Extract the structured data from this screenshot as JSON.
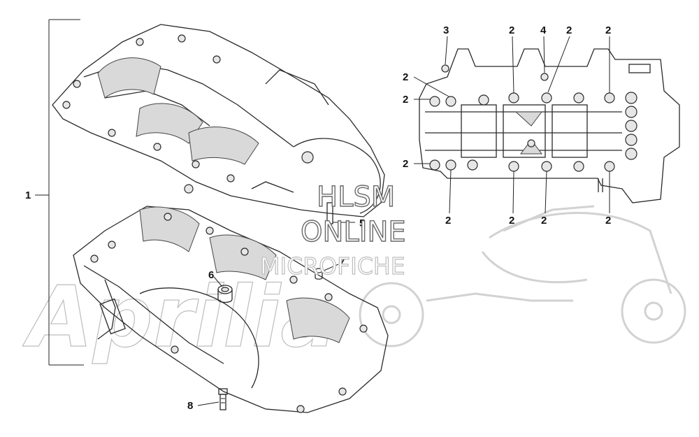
{
  "callouts": {
    "c1": "1",
    "c2": "2",
    "c3": "3",
    "c4": "4",
    "c5": "5",
    "c6": "6",
    "c7": "7",
    "c8": "8"
  },
  "watermark": {
    "line1": "HLSM",
    "line2": "ONLINE",
    "line3": "MICROFICHE",
    "brand": "Aprilia"
  }
}
